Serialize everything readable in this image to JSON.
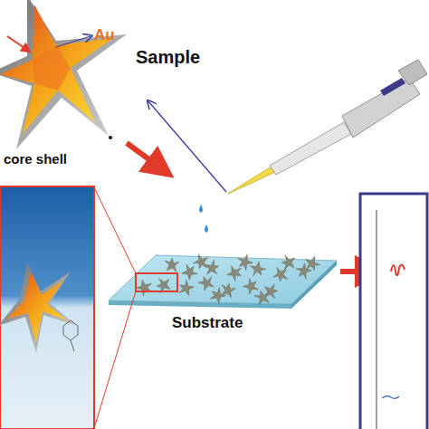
{
  "diagram": {
    "labels": [
      "Au",
      "Sample",
      "core shell",
      "Substrate"
    ]
  }
}
